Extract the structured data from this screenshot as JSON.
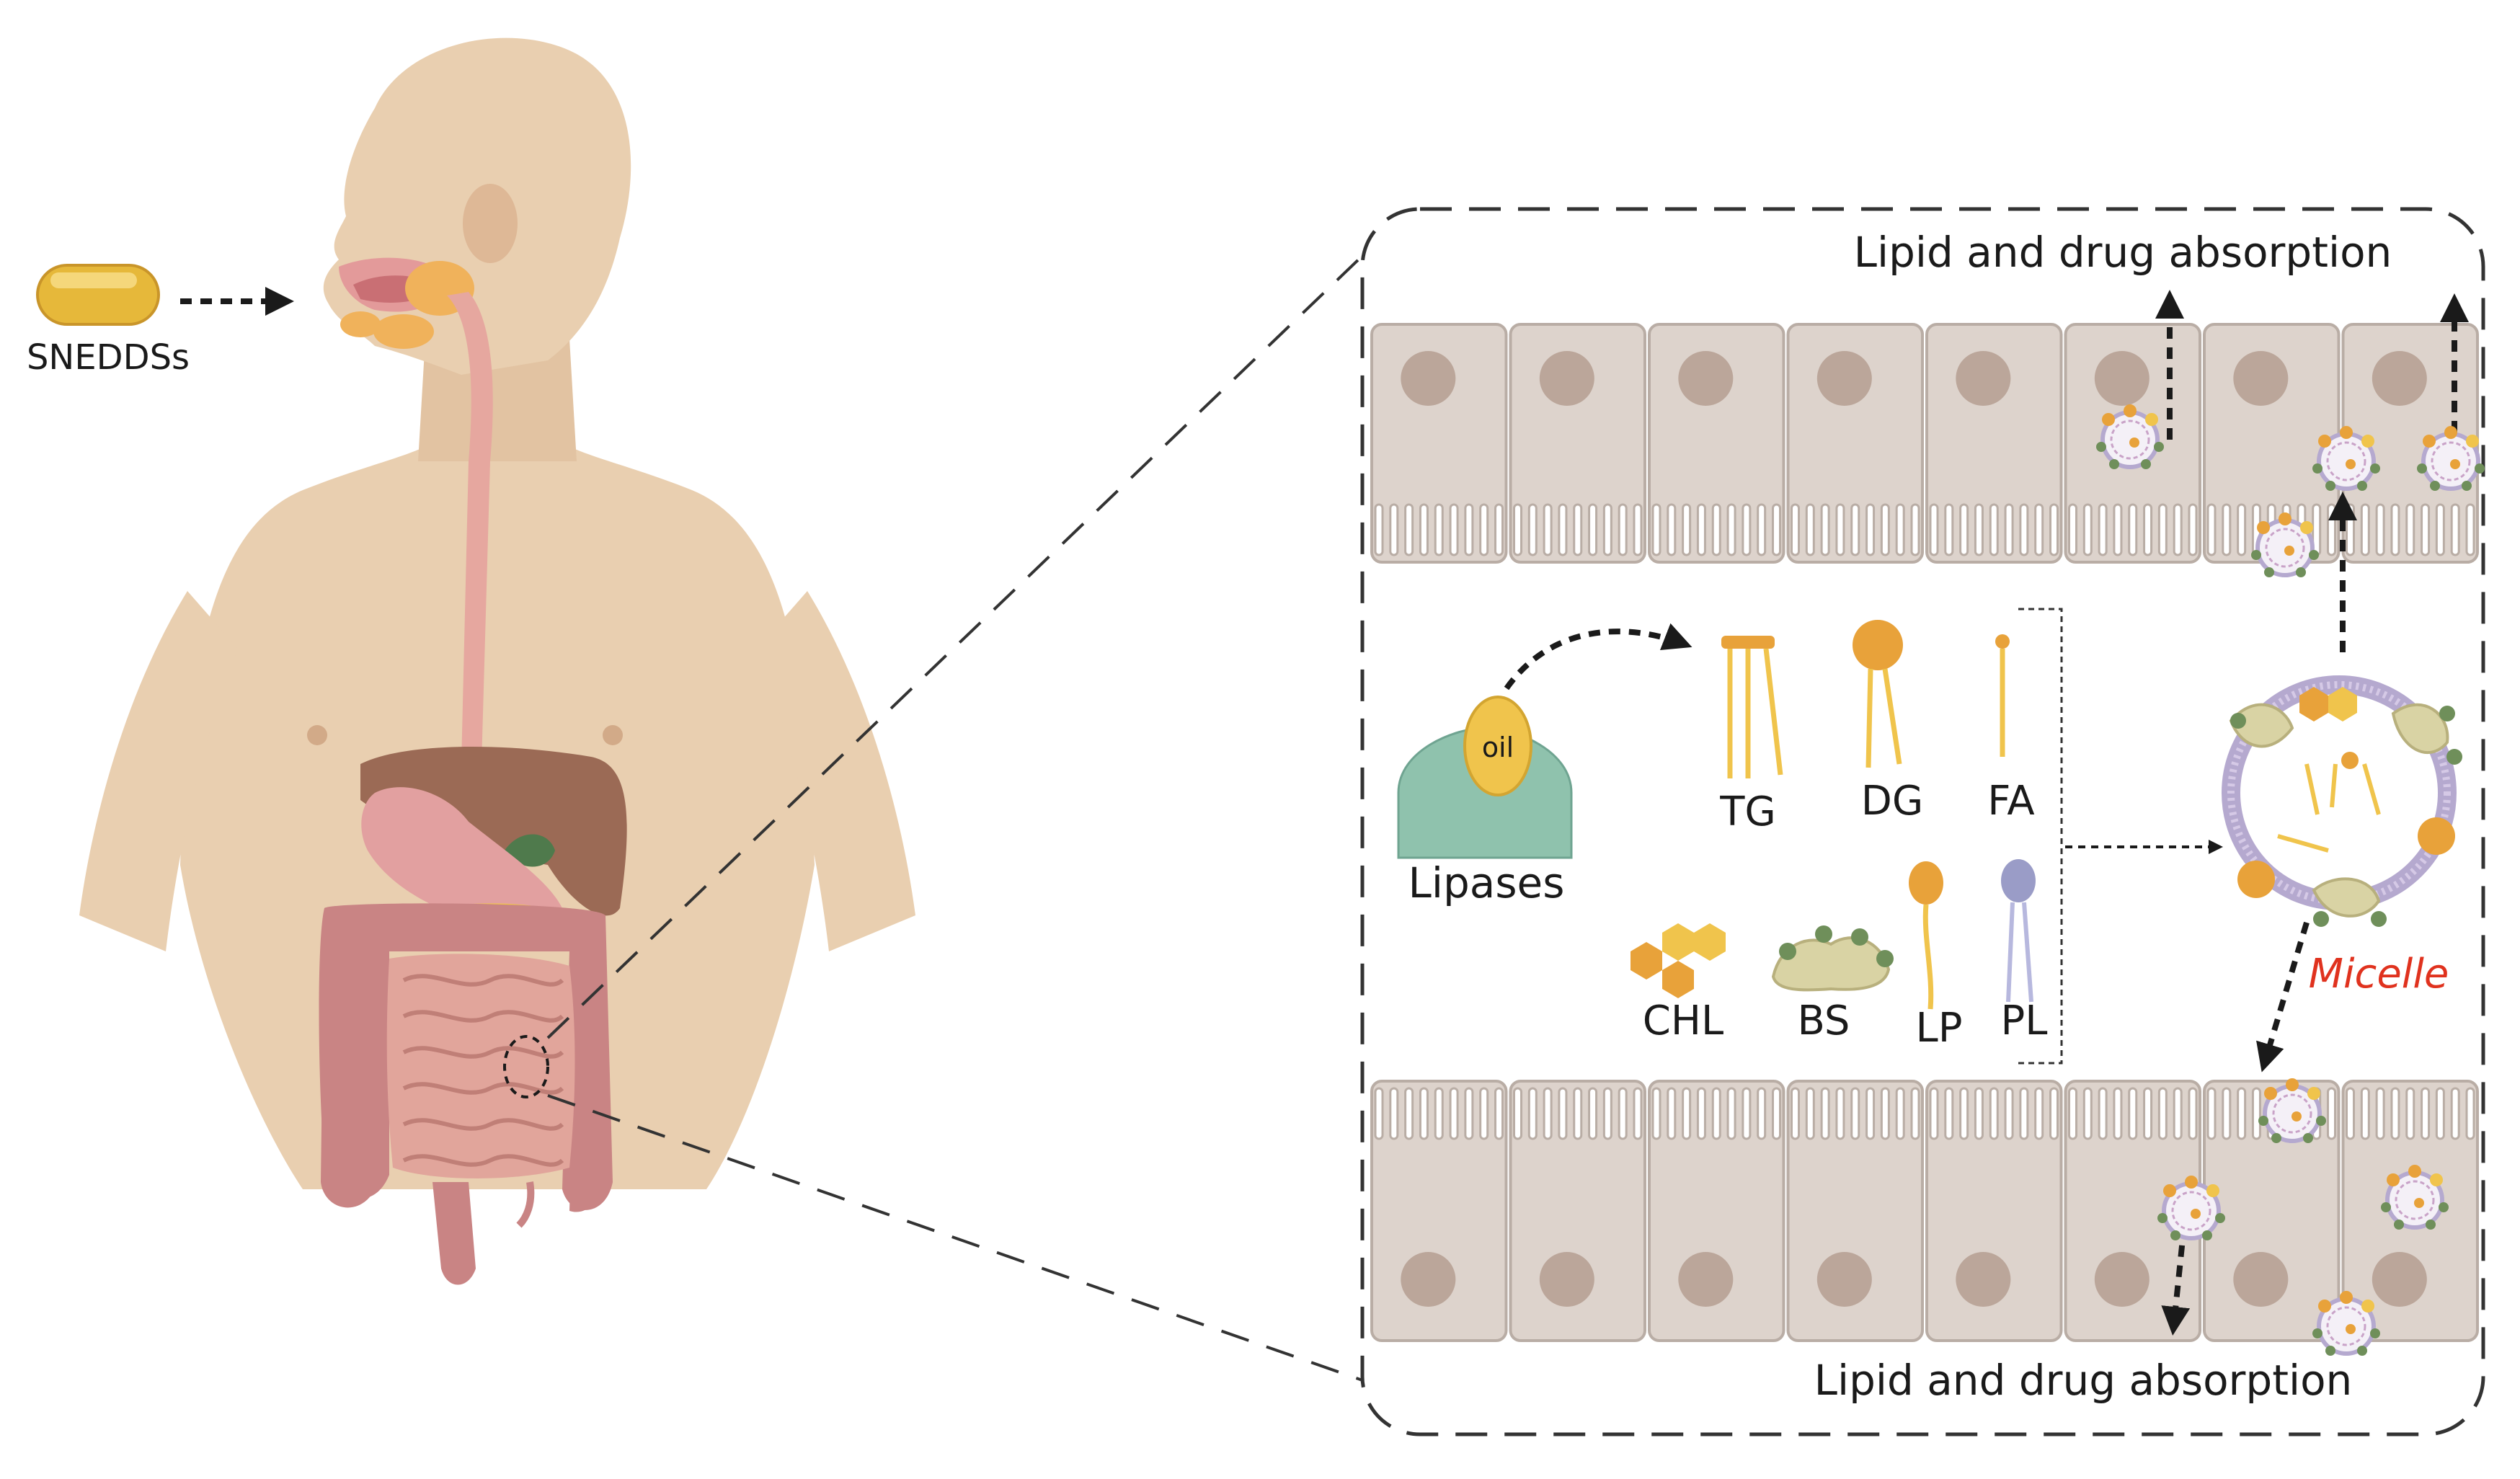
{
  "labels": {
    "snedds": "SNEDDSs",
    "oil": "oil",
    "lipases": "Lipases",
    "absorption_top": "Lipid and drug absorption",
    "absorption_bottom": "Lipid and drug absorption",
    "micelle": "Micelle"
  },
  "molecules": {
    "tg": "TG",
    "dg": "DG",
    "fa": "FA",
    "chl": "CHL",
    "bs": "BS",
    "lp": "LP",
    "pl": "PL"
  },
  "colors": {
    "skin": "#e9cfb0",
    "cell": "#ddd3cc",
    "cell_border": "#b9ada5",
    "nucleus": "#bba69a",
    "capsule": "#e6b83a",
    "lipase": "#8fc2ad",
    "lipid_yellow": "#f0c44c",
    "lipid_orange": "#e8a23a",
    "phospholipid": "#9a9cc7",
    "bile_salt": "#d9d3a4",
    "micelle_text": "#e0321e",
    "intestine": "#d99a90",
    "liver": "#9b6a55"
  }
}
